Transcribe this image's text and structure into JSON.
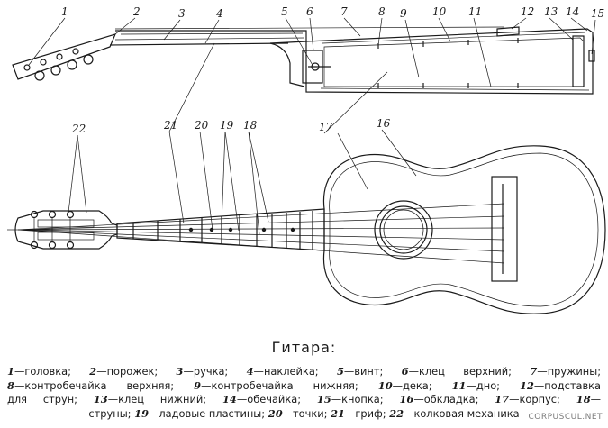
{
  "figure": {
    "caption": "Гитара:",
    "callouts": [
      "1",
      "2",
      "3",
      "4",
      "5",
      "6",
      "7",
      "8",
      "9",
      "10",
      "11",
      "12",
      "13",
      "14",
      "15",
      "16",
      "17",
      "18",
      "19",
      "20",
      "21",
      "22"
    ],
    "legend_lines": [
      [
        {
          "n": "1",
          "t": "—головка;"
        },
        {
          "n": "2",
          "t": "—порожек;"
        },
        {
          "n": "3",
          "t": "—ручка;"
        },
        {
          "n": "4",
          "t": "—наклейка;"
        },
        {
          "n": "5",
          "t": "—винт;"
        },
        {
          "n": "6",
          "t": "—клец верхний;"
        },
        {
          "n": "7",
          "t": "—пружины;"
        }
      ],
      [
        {
          "n": "8",
          "t": "—контробечайка верхняя;"
        },
        {
          "n": "9",
          "t": "—контробечайка нижняя;"
        },
        {
          "n": "10",
          "t": "—дека;"
        },
        {
          "n": "11",
          "t": "—дно;"
        },
        {
          "n": "12",
          "t": "—подставка"
        }
      ],
      [
        {
          "n": "",
          "t": "для струн;"
        },
        {
          "n": "13",
          "t": "—клец нижний;"
        },
        {
          "n": "14",
          "t": "—обечайка;"
        },
        {
          "n": "15",
          "t": "—кнопка;"
        },
        {
          "n": "16",
          "t": "—обкладка;"
        },
        {
          "n": "17",
          "t": "—корпус;"
        },
        {
          "n": "18",
          "t": "—"
        }
      ],
      [
        {
          "n": "",
          "t": "струны;"
        },
        {
          "n": "19",
          "t": "—ладовые пластины;"
        },
        {
          "n": "20",
          "t": "—точки;"
        },
        {
          "n": "21",
          "t": "—гриф;"
        },
        {
          "n": "22",
          "t": "—колковая механика"
        }
      ]
    ],
    "watermark": "CORPUSCUL.NET"
  },
  "colors": {
    "ink": "#1a1a1a",
    "paper": "#ffffff",
    "watermark": "#7a7a7a"
  }
}
